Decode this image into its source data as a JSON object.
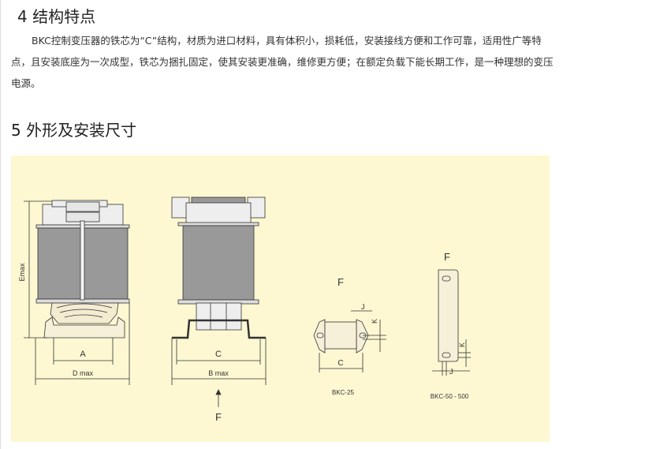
{
  "section4": {
    "title": "4 结构特点",
    "body": "BKC控制变压器的铁芯为“C”结构，材质为进口材料，具有体积小，损耗低，安装接线方便和工作可靠，适用性广等特点，且安装底座为一次成型，铁芯为捆扎固定，使其安装更准确，维修更方便；在额定负载下能长期工作，是一种理想的变压电源。"
  },
  "section5": {
    "title": "5 外形及安装尺寸",
    "drawing": {
      "emax": "Emax",
      "a": "A",
      "dmax": "D max",
      "c": "C",
      "bmax": "B max",
      "f_front": "F",
      "f_25": "F",
      "c_25": "C",
      "j_25": "J",
      "k_25": "K",
      "model_25": "BKC-25",
      "f_50": "F",
      "j_50": "J",
      "k_50": "K",
      "model_50": "BKC-50 - 500"
    }
  }
}
